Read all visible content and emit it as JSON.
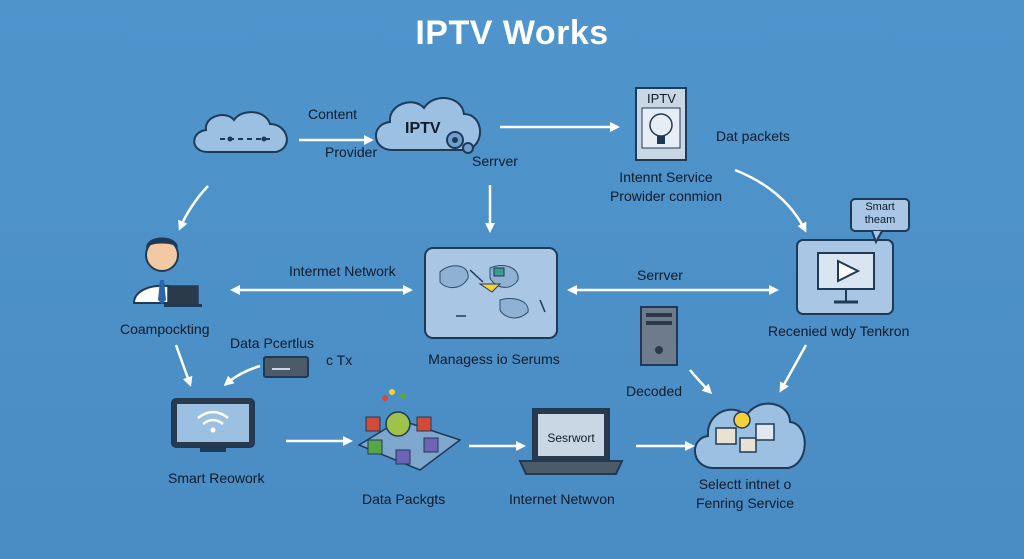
{
  "title": "IPTV Works",
  "labels": {
    "content": "Content",
    "provider": "Provider",
    "iptv_cloud": "IPTV",
    "serrver": "Serrver",
    "iptv_box": "IPTV",
    "dat_packets": "Dat packets",
    "isp_line1": "Intennt Service",
    "isp_line2": "Prowider conmion",
    "smart_bubble_line1": "Smart",
    "smart_bubble_line2": "theam",
    "internet_network": "Intermet Network",
    "server_mid": "Serrver",
    "coamp": "Coampockting",
    "manag": "Managess io Serums",
    "received": "Recenied wdy Tenkron",
    "data_pertlus": "Data Pcertlus",
    "ctx": "c  Tx",
    "decoded": "Decoded",
    "smart_reowork": "Smart Reowork",
    "data_packgts": "Data Packgts",
    "laptop_screen": "Sesrwort",
    "internet_netwon": "Internet Netwvon",
    "select_line1": "Selectt intnet o",
    "select_line2": "Fenring Service"
  },
  "colors": {
    "background": "#4a8fc7",
    "title": "#ffffff",
    "cloud_fill": "#9cc0e2",
    "panel_fill": "#a9c7e4",
    "arrow": "#ffffff",
    "yellow": "#f2d13a",
    "cube_red": "#d24a3a",
    "cube_green": "#57a546",
    "cube_purple": "#6f63b6"
  },
  "icons": [
    "cloud-icon",
    "gear-icon",
    "server-box-icon",
    "lightbulb-icon",
    "user-icon",
    "laptop-icon",
    "world-map-icon",
    "tv-icon",
    "speech-bubble-icon",
    "server-tower-icon",
    "router-icon",
    "monitor-wifi-icon",
    "cubes-icon",
    "packages-icon"
  ]
}
